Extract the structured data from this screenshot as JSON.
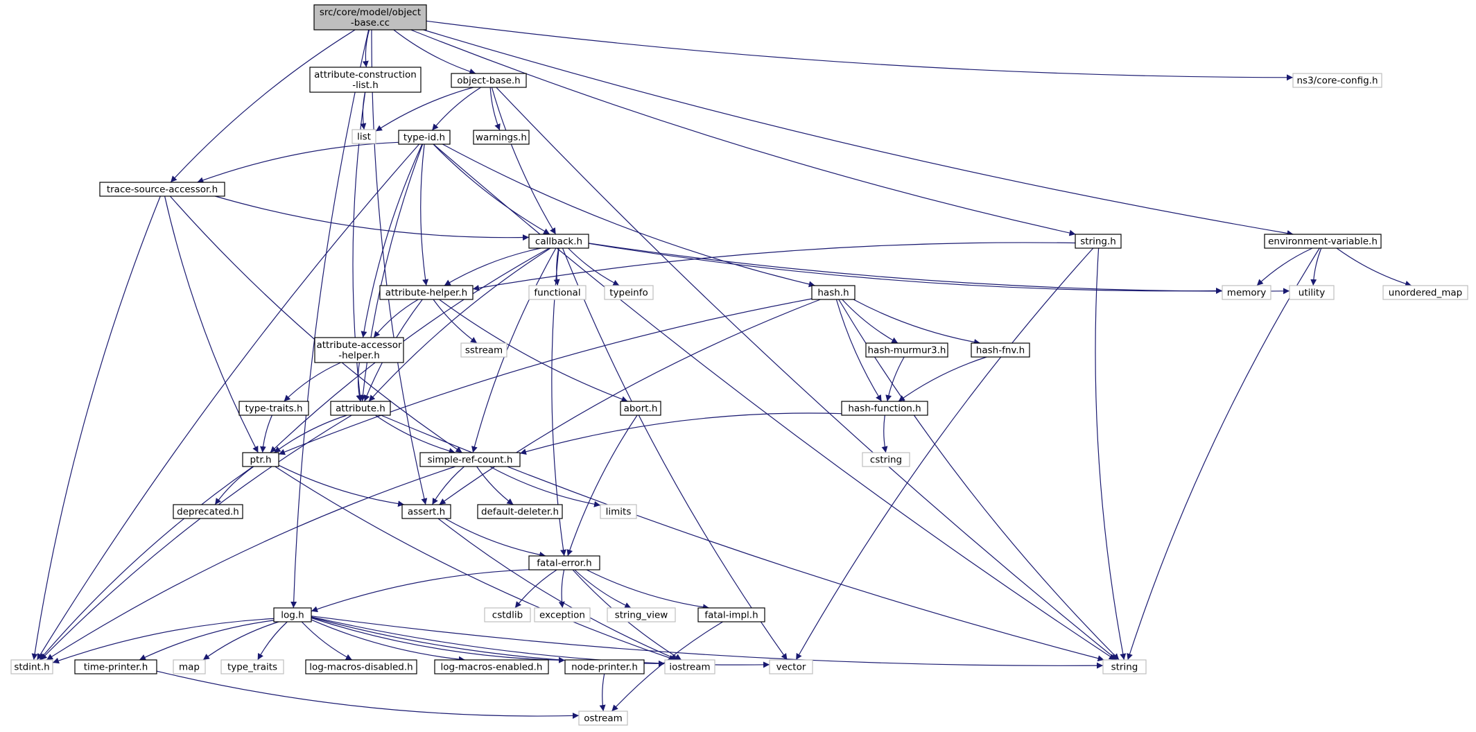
{
  "colors": {
    "edge": "#191970",
    "node_border": "#000000",
    "external_border": "#bfbfbf",
    "root_fill": "#bfbfbf",
    "node_fill": "#ffffff",
    "external_text": "#404040"
  },
  "nodes": [
    {
      "id": "root",
      "lines": [
        "src/core/model/object",
        "-base.cc"
      ],
      "style": "root"
    },
    {
      "id": "attribute-construction-list",
      "lines": [
        "attribute-construction",
        "-list.h"
      ],
      "style": "internal"
    },
    {
      "id": "object-base",
      "lines": [
        "object-base.h"
      ],
      "style": "internal"
    },
    {
      "id": "ns3-core-config",
      "lines": [
        "ns3/core-config.h"
      ],
      "style": "external"
    },
    {
      "id": "list",
      "lines": [
        "list"
      ],
      "style": "external"
    },
    {
      "id": "type-id",
      "lines": [
        "type-id.h"
      ],
      "style": "internal"
    },
    {
      "id": "warnings",
      "lines": [
        "warnings.h"
      ],
      "style": "internal"
    },
    {
      "id": "trace-source-accessor",
      "lines": [
        "trace-source-accessor.h"
      ],
      "style": "internal"
    },
    {
      "id": "callback",
      "lines": [
        "callback.h"
      ],
      "style": "internal"
    },
    {
      "id": "string-h",
      "lines": [
        "string.h"
      ],
      "style": "internal"
    },
    {
      "id": "environment-variable",
      "lines": [
        "environment-variable.h"
      ],
      "style": "internal"
    },
    {
      "id": "attribute-helper",
      "lines": [
        "attribute-helper.h"
      ],
      "style": "internal"
    },
    {
      "id": "functional",
      "lines": [
        "functional"
      ],
      "style": "external"
    },
    {
      "id": "typeinfo",
      "lines": [
        "typeinfo"
      ],
      "style": "external"
    },
    {
      "id": "hash",
      "lines": [
        "hash.h"
      ],
      "style": "internal"
    },
    {
      "id": "memory",
      "lines": [
        "memory"
      ],
      "style": "external"
    },
    {
      "id": "utility",
      "lines": [
        "utility"
      ],
      "style": "external"
    },
    {
      "id": "unordered-map",
      "lines": [
        "unordered_map"
      ],
      "style": "external"
    },
    {
      "id": "attribute-accessor-helper",
      "lines": [
        "attribute-accessor",
        "-helper.h"
      ],
      "style": "internal"
    },
    {
      "id": "sstream",
      "lines": [
        "sstream"
      ],
      "style": "external"
    },
    {
      "id": "hash-murmur3",
      "lines": [
        "hash-murmur3.h"
      ],
      "style": "internal"
    },
    {
      "id": "hash-fnv",
      "lines": [
        "hash-fnv.h"
      ],
      "style": "internal"
    },
    {
      "id": "type-traits-h",
      "lines": [
        "type-traits.h"
      ],
      "style": "internal"
    },
    {
      "id": "attribute",
      "lines": [
        "attribute.h"
      ],
      "style": "internal"
    },
    {
      "id": "abort",
      "lines": [
        "abort.h"
      ],
      "style": "internal"
    },
    {
      "id": "hash-function",
      "lines": [
        "hash-function.h"
      ],
      "style": "internal"
    },
    {
      "id": "ptr",
      "lines": [
        "ptr.h"
      ],
      "style": "internal"
    },
    {
      "id": "simple-ref-count",
      "lines": [
        "simple-ref-count.h"
      ],
      "style": "internal"
    },
    {
      "id": "cstring",
      "lines": [
        "cstring"
      ],
      "style": "external"
    },
    {
      "id": "deprecated",
      "lines": [
        "deprecated.h"
      ],
      "style": "internal"
    },
    {
      "id": "assert",
      "lines": [
        "assert.h"
      ],
      "style": "internal"
    },
    {
      "id": "default-deleter",
      "lines": [
        "default-deleter.h"
      ],
      "style": "internal"
    },
    {
      "id": "limits",
      "lines": [
        "limits"
      ],
      "style": "external"
    },
    {
      "id": "fatal-error",
      "lines": [
        "fatal-error.h"
      ],
      "style": "internal"
    },
    {
      "id": "log",
      "lines": [
        "log.h"
      ],
      "style": "internal"
    },
    {
      "id": "cstdlib",
      "lines": [
        "cstdlib"
      ],
      "style": "external"
    },
    {
      "id": "exception",
      "lines": [
        "exception"
      ],
      "style": "external"
    },
    {
      "id": "string-view",
      "lines": [
        "string_view"
      ],
      "style": "external"
    },
    {
      "id": "fatal-impl",
      "lines": [
        "fatal-impl.h"
      ],
      "style": "internal"
    },
    {
      "id": "stdint",
      "lines": [
        "stdint.h"
      ],
      "style": "external"
    },
    {
      "id": "time-printer",
      "lines": [
        "time-printer.h"
      ],
      "style": "internal"
    },
    {
      "id": "map",
      "lines": [
        "map"
      ],
      "style": "external"
    },
    {
      "id": "type-traits",
      "lines": [
        "type_traits"
      ],
      "style": "external"
    },
    {
      "id": "log-macros-disabled",
      "lines": [
        "log-macros-disabled.h"
      ],
      "style": "internal"
    },
    {
      "id": "log-macros-enabled",
      "lines": [
        "log-macros-enabled.h"
      ],
      "style": "internal"
    },
    {
      "id": "node-printer",
      "lines": [
        "node-printer.h"
      ],
      "style": "internal"
    },
    {
      "id": "iostream",
      "lines": [
        "iostream"
      ],
      "style": "external"
    },
    {
      "id": "vector",
      "lines": [
        "vector"
      ],
      "style": "external"
    },
    {
      "id": "string",
      "lines": [
        "string"
      ],
      "style": "external"
    },
    {
      "id": "ostream",
      "lines": [
        "ostream"
      ],
      "style": "external"
    }
  ],
  "edges": [
    [
      "root",
      "attribute-construction-list"
    ],
    [
      "root",
      "object-base"
    ],
    [
      "root",
      "ns3-core-config"
    ],
    [
      "root",
      "trace-source-accessor"
    ],
    [
      "root",
      "string-h"
    ],
    [
      "root",
      "environment-variable"
    ],
    [
      "root",
      "assert"
    ],
    [
      "root",
      "log"
    ],
    [
      "attribute-construction-list",
      "list"
    ],
    [
      "attribute-construction-list",
      "attribute"
    ],
    [
      "object-base",
      "list"
    ],
    [
      "object-base",
      "type-id"
    ],
    [
      "object-base",
      "warnings"
    ],
    [
      "object-base",
      "callback"
    ],
    [
      "object-base",
      "string"
    ],
    [
      "type-id",
      "trace-source-accessor"
    ],
    [
      "type-id",
      "callback"
    ],
    [
      "type-id",
      "attribute-helper"
    ],
    [
      "type-id",
      "attribute-accessor-helper"
    ],
    [
      "type-id",
      "attribute"
    ],
    [
      "type-id",
      "hash"
    ],
    [
      "type-id",
      "stdint"
    ],
    [
      "type-id",
      "string"
    ],
    [
      "trace-source-accessor",
      "callback"
    ],
    [
      "trace-source-accessor",
      "ptr"
    ],
    [
      "trace-source-accessor",
      "simple-ref-count"
    ],
    [
      "trace-source-accessor",
      "stdint"
    ],
    [
      "callback",
      "attribute-helper"
    ],
    [
      "callback",
      "functional"
    ],
    [
      "callback",
      "typeinfo"
    ],
    [
      "callback",
      "memory"
    ],
    [
      "callback",
      "utility"
    ],
    [
      "callback",
      "attribute"
    ],
    [
      "callback",
      "ptr"
    ],
    [
      "callback",
      "simple-ref-count"
    ],
    [
      "callback",
      "fatal-error"
    ],
    [
      "callback",
      "vector"
    ],
    [
      "string-h",
      "attribute-helper"
    ],
    [
      "string-h",
      "string"
    ],
    [
      "string-h",
      "vector"
    ],
    [
      "environment-variable",
      "memory"
    ],
    [
      "environment-variable",
      "utility"
    ],
    [
      "environment-variable",
      "unordered-map"
    ],
    [
      "environment-variable",
      "string"
    ],
    [
      "attribute-helper",
      "attribute-accessor-helper"
    ],
    [
      "attribute-helper",
      "sstream"
    ],
    [
      "attribute-helper",
      "abort"
    ],
    [
      "attribute-helper",
      "attribute"
    ],
    [
      "hash",
      "hash-murmur3"
    ],
    [
      "hash",
      "hash-fnv"
    ],
    [
      "hash",
      "hash-function"
    ],
    [
      "hash",
      "ptr"
    ],
    [
      "hash",
      "assert"
    ],
    [
      "hash",
      "string"
    ],
    [
      "attribute-accessor-helper",
      "type-traits-h"
    ],
    [
      "attribute-accessor-helper",
      "attribute"
    ],
    [
      "hash-murmur3",
      "hash-function"
    ],
    [
      "hash-fnv",
      "hash-function"
    ],
    [
      "type-traits-h",
      "ptr"
    ],
    [
      "attribute",
      "ptr"
    ],
    [
      "attribute",
      "simple-ref-count"
    ],
    [
      "attribute",
      "stdint"
    ],
    [
      "attribute",
      "string"
    ],
    [
      "abort",
      "fatal-error"
    ],
    [
      "hash-function",
      "simple-ref-count"
    ],
    [
      "hash-function",
      "cstring"
    ],
    [
      "ptr",
      "deprecated"
    ],
    [
      "ptr",
      "assert"
    ],
    [
      "ptr",
      "stdint"
    ],
    [
      "ptr",
      "iostream"
    ],
    [
      "simple-ref-count",
      "assert"
    ],
    [
      "simple-ref-count",
      "default-deleter"
    ],
    [
      "simple-ref-count",
      "limits"
    ],
    [
      "simple-ref-count",
      "stdint"
    ],
    [
      "assert",
      "fatal-error"
    ],
    [
      "assert",
      "iostream"
    ],
    [
      "fatal-error",
      "log"
    ],
    [
      "fatal-error",
      "cstdlib"
    ],
    [
      "fatal-error",
      "exception"
    ],
    [
      "fatal-error",
      "string-view"
    ],
    [
      "fatal-error",
      "fatal-impl"
    ],
    [
      "fatal-error",
      "iostream"
    ],
    [
      "fatal-impl",
      "ostream"
    ],
    [
      "log",
      "stdint"
    ],
    [
      "log",
      "time-printer"
    ],
    [
      "log",
      "map"
    ],
    [
      "log",
      "type-traits"
    ],
    [
      "log",
      "log-macros-disabled"
    ],
    [
      "log",
      "log-macros-enabled"
    ],
    [
      "log",
      "node-printer"
    ],
    [
      "log",
      "iostream"
    ],
    [
      "log",
      "vector"
    ],
    [
      "log",
      "string"
    ],
    [
      "time-printer",
      "ostream"
    ],
    [
      "node-printer",
      "ostream"
    ]
  ]
}
